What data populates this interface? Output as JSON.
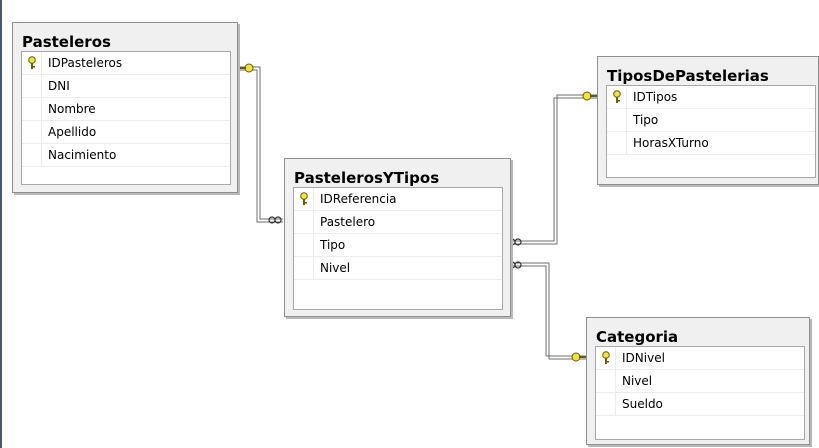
{
  "diagram": {
    "tables": {
      "pasteleros": {
        "title": "Pasteleros",
        "columns": [
          {
            "name": "IDPasteleros",
            "key": true
          },
          {
            "name": "DNI",
            "key": false
          },
          {
            "name": "Nombre",
            "key": false
          },
          {
            "name": "Apellido",
            "key": false
          },
          {
            "name": "Nacimiento",
            "key": false
          }
        ]
      },
      "pastelerosytipos": {
        "title": "PastelerosYTipos",
        "columns": [
          {
            "name": "IDReferencia",
            "key": true
          },
          {
            "name": "Pastelero",
            "key": false
          },
          {
            "name": "Tipo",
            "key": false
          },
          {
            "name": "Nivel",
            "key": false
          }
        ]
      },
      "tiposdepastelerias": {
        "title": "TiposDePastelerias",
        "columns": [
          {
            "name": "IDTipos",
            "key": true
          },
          {
            "name": "Tipo",
            "key": false
          },
          {
            "name": "HorasXTurno",
            "key": false
          }
        ]
      },
      "categoria": {
        "title": "Categoria",
        "columns": [
          {
            "name": "IDNivel",
            "key": true
          },
          {
            "name": "Nivel",
            "key": false
          },
          {
            "name": "Sueldo",
            "key": false
          }
        ]
      }
    },
    "relationships": [
      {
        "from": "Pasteleros",
        "to": "PastelerosYTipos",
        "one_end": "key-icon",
        "many_end": "infinity-icon"
      },
      {
        "from": "TiposDePastelerias",
        "to": "PastelerosYTipos",
        "one_end": "key-icon",
        "many_end": "infinity-icon"
      },
      {
        "from": "Categoria",
        "to": "PastelerosYTipos",
        "one_end": "key-icon",
        "many_end": "infinity-icon"
      }
    ],
    "colors": {
      "key_yellow": "#f2e23c",
      "connector": "#6e6e6e",
      "box_bg": "#f0f0f0"
    }
  }
}
